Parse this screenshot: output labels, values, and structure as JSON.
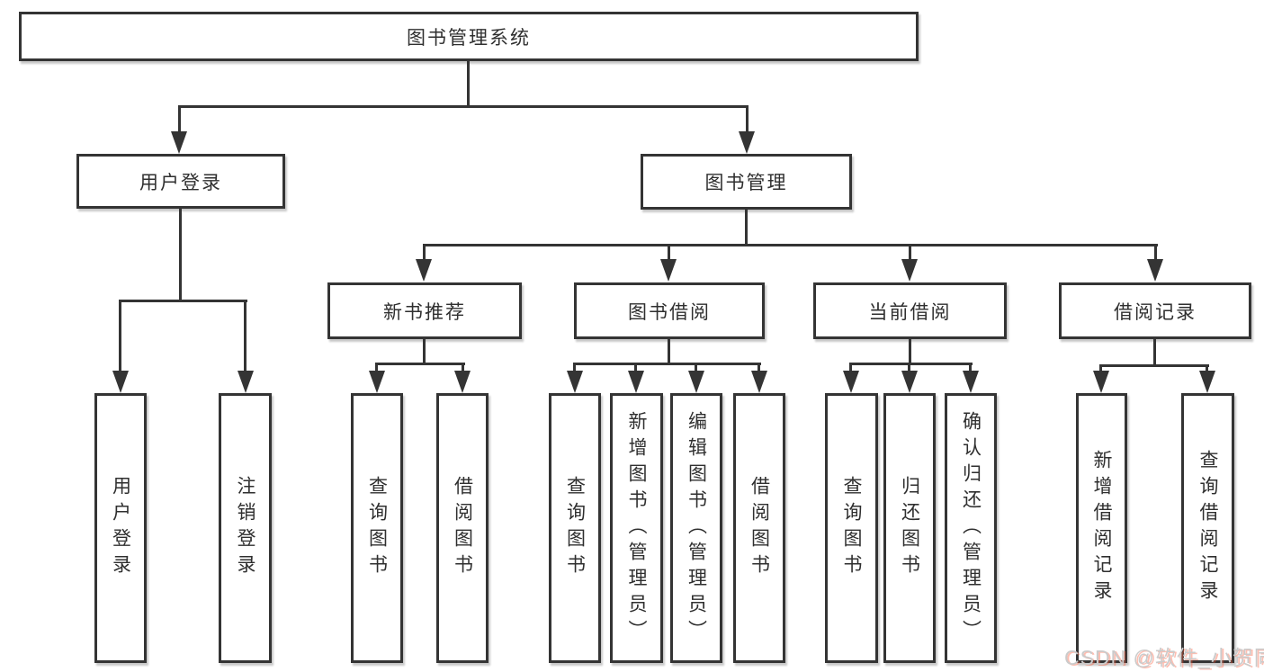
{
  "tree": {
    "label": "图书管理系统",
    "children": [
      {
        "label": "用户登录",
        "children": [
          {
            "label": "用户登录"
          },
          {
            "label": "注销登录"
          }
        ]
      },
      {
        "label": "图书管理",
        "children": [
          {
            "label": "新书推荐",
            "children": [
              {
                "label": "查询图书"
              },
              {
                "label": "借阅图书"
              }
            ]
          },
          {
            "label": "图书借阅",
            "children": [
              {
                "label": "查询图书"
              },
              {
                "label": "新增图书（管理员）"
              },
              {
                "label": "编辑图书（管理员）"
              },
              {
                "label": "借阅图书"
              }
            ]
          },
          {
            "label": "当前借阅",
            "children": [
              {
                "label": "查询图书"
              },
              {
                "label": "归还图书"
              },
              {
                "label": "确认归还（管理员）"
              }
            ]
          },
          {
            "label": "借阅记录",
            "children": [
              {
                "label": "新增借阅记录"
              },
              {
                "label": "查询借阅记录"
              }
            ]
          }
        ]
      }
    ]
  },
  "watermark": {
    "text": "CSDN @软件_小贺同学"
  },
  "colors": {
    "line": "#343434",
    "box_border": "#343434",
    "text": "#2f2f2f",
    "background": "#ffffff",
    "watermark_text": "#cbcbcb",
    "watermark_accent": "#fc5531"
  }
}
